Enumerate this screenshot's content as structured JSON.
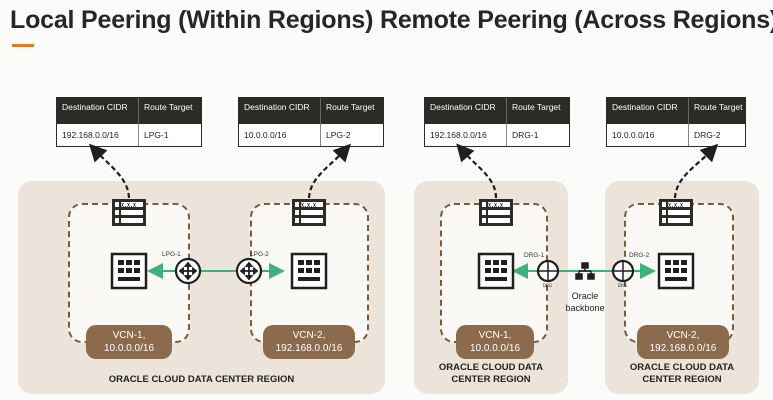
{
  "title": "Local Peering (Within Regions) Remote Peering (Across Regions)",
  "accent_color": "#e07b24",
  "route_tables": [
    {
      "header_dest": "Destination CIDR",
      "header_target": "Route Target",
      "dest": "192.168.0.0/16",
      "target": "LPG-1"
    },
    {
      "header_dest": "Destination CIDR",
      "header_target": "Route Target",
      "dest": "10.0.0.0/16",
      "target": "LPG-2"
    },
    {
      "header_dest": "Destination CIDR",
      "header_target": "Route Target",
      "dest": "192.168.0.0/16",
      "target": "DRG-1"
    },
    {
      "header_dest": "Destination CIDR",
      "header_target": "Route Target",
      "dest": "10.0.0.0/16",
      "target": "DRG-2"
    }
  ],
  "vcns": [
    {
      "name": "VCN-1,",
      "cidr": "10.0.0.0/16"
    },
    {
      "name": "VCN-2,",
      "cidr": "192.168.0.0/16"
    },
    {
      "name": "VCN-1,",
      "cidr": "10.0.0.0/16"
    },
    {
      "name": "VCN-2,",
      "cidr": "192.168.0.0/16"
    }
  ],
  "gateways": {
    "lpg1": "LPG-1",
    "lpg2": "LPG-2",
    "drg1": "DRG-1",
    "drg2": "DRG-2",
    "drg_icon_text": "DRG"
  },
  "regions": {
    "local": "ORACLE CLOUD DATA CENTER REGION",
    "remote1_line1": "ORACLE CLOUD DATA",
    "remote1_line2": "CENTER REGION",
    "remote2_line1": "ORACLE CLOUD DATA",
    "remote2_line2": "CENTER REGION"
  },
  "backbone": {
    "line1": "Oracle",
    "line2": "backbone"
  },
  "table_cell_text": "X.X.X"
}
